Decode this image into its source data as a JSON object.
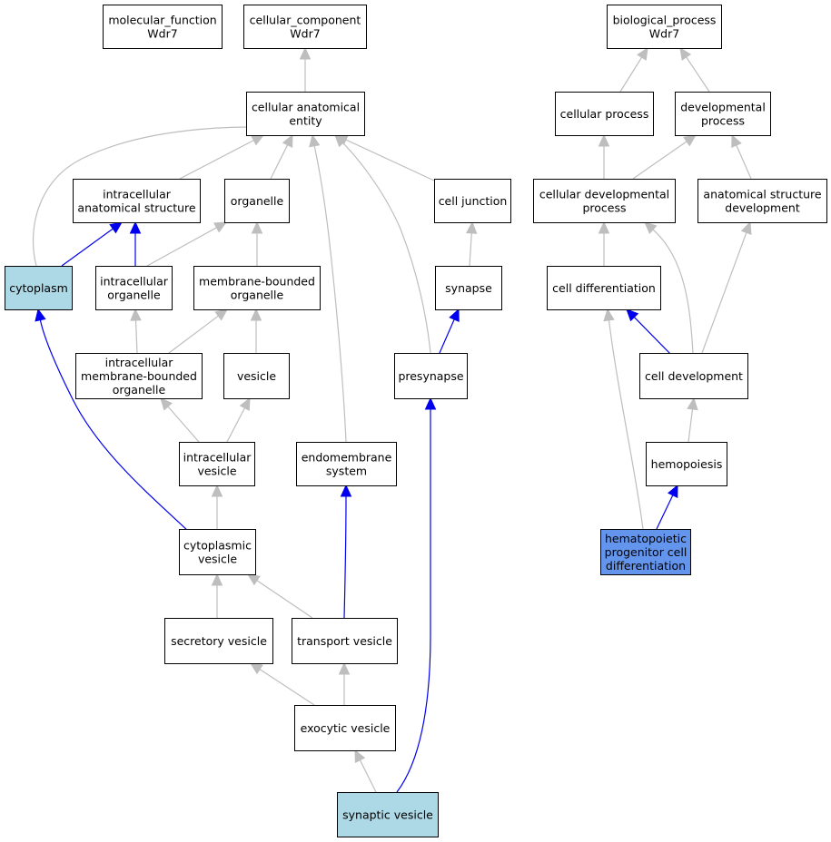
{
  "colors": {
    "default_fill": "#ffffff",
    "annotated_fill": "#add8e6",
    "query_fill": "#6495ed",
    "gray_edge": "#bebebe",
    "blue_edge": "#0000ee"
  },
  "nodes": [
    {
      "id": "molecular_function",
      "lines": [
        "molecular_function",
        "Wdr7"
      ],
      "style": "default"
    },
    {
      "id": "cellular_component",
      "lines": [
        "cellular_component",
        "Wdr7"
      ],
      "style": "default"
    },
    {
      "id": "biological_process",
      "lines": [
        "biological_process",
        "Wdr7"
      ],
      "style": "default"
    },
    {
      "id": "cellular_anatomical_entity",
      "lines": [
        "cellular anatomical",
        "entity"
      ],
      "style": "default"
    },
    {
      "id": "cellular_process",
      "lines": [
        "cellular process"
      ],
      "style": "default"
    },
    {
      "id": "developmental_process",
      "lines": [
        "developmental",
        "process"
      ],
      "style": "default"
    },
    {
      "id": "intracellular_anatomical_structure",
      "lines": [
        "intracellular",
        "anatomical structure"
      ],
      "style": "default"
    },
    {
      "id": "organelle",
      "lines": [
        "organelle"
      ],
      "style": "default"
    },
    {
      "id": "cell_junction",
      "lines": [
        "cell junction"
      ],
      "style": "default"
    },
    {
      "id": "cellular_developmental_process",
      "lines": [
        "cellular developmental",
        "process"
      ],
      "style": "default"
    },
    {
      "id": "anatomical_structure_development",
      "lines": [
        "anatomical structure",
        "development"
      ],
      "style": "default"
    },
    {
      "id": "cytoplasm",
      "lines": [
        "cytoplasm"
      ],
      "style": "annotated"
    },
    {
      "id": "intracellular_organelle",
      "lines": [
        "intracellular",
        "organelle"
      ],
      "style": "default"
    },
    {
      "id": "membrane_bounded_organelle",
      "lines": [
        "membrane-bounded",
        "organelle"
      ],
      "style": "default"
    },
    {
      "id": "synapse",
      "lines": [
        "synapse"
      ],
      "style": "default"
    },
    {
      "id": "cell_differentiation",
      "lines": [
        "cell differentiation"
      ],
      "style": "default"
    },
    {
      "id": "intracellular_membrane_bounded_organelle",
      "lines": [
        "intracellular",
        "membrane-bounded",
        "organelle"
      ],
      "style": "default"
    },
    {
      "id": "vesicle",
      "lines": [
        "vesicle"
      ],
      "style": "default"
    },
    {
      "id": "presynapse",
      "lines": [
        "presynapse"
      ],
      "style": "default"
    },
    {
      "id": "cell_development",
      "lines": [
        "cell development"
      ],
      "style": "default"
    },
    {
      "id": "intracellular_vesicle",
      "lines": [
        "intracellular",
        "vesicle"
      ],
      "style": "default"
    },
    {
      "id": "endomembrane_system",
      "lines": [
        "endomembrane",
        "system"
      ],
      "style": "default"
    },
    {
      "id": "hemopoiesis",
      "lines": [
        "hemopoiesis"
      ],
      "style": "default"
    },
    {
      "id": "cytoplasmic_vesicle",
      "lines": [
        "cytoplasmic",
        "vesicle"
      ],
      "style": "default"
    },
    {
      "id": "hematopoietic_progenitor_cell_differentiation",
      "lines": [
        "hematopoietic",
        "progenitor cell",
        "differentiation"
      ],
      "style": "query"
    },
    {
      "id": "secretory_vesicle",
      "lines": [
        "secretory vesicle"
      ],
      "style": "default"
    },
    {
      "id": "transport_vesicle",
      "lines": [
        "transport vesicle"
      ],
      "style": "default"
    },
    {
      "id": "exocytic_vesicle",
      "lines": [
        "exocytic vesicle"
      ],
      "style": "default"
    },
    {
      "id": "synaptic_vesicle",
      "lines": [
        "synaptic vesicle"
      ],
      "style": "annotated"
    }
  ],
  "edges": [
    {
      "from": "cellular_anatomical_entity",
      "to": "cellular_component",
      "color": "gray"
    },
    {
      "from": "cellular_process",
      "to": "biological_process",
      "color": "gray"
    },
    {
      "from": "developmental_process",
      "to": "biological_process",
      "color": "gray"
    },
    {
      "from": "intracellular_anatomical_structure",
      "to": "cellular_anatomical_entity",
      "color": "gray"
    },
    {
      "from": "organelle",
      "to": "cellular_anatomical_entity",
      "color": "gray"
    },
    {
      "from": "cell_junction",
      "to": "cellular_anatomical_entity",
      "color": "gray"
    },
    {
      "from": "cytoplasm",
      "to": "cellular_anatomical_entity",
      "color": "gray"
    },
    {
      "from": "endomembrane_system",
      "to": "cellular_anatomical_entity",
      "color": "gray"
    },
    {
      "from": "presynapse",
      "to": "cellular_anatomical_entity",
      "color": "gray"
    },
    {
      "from": "cellular_developmental_process",
      "to": "cellular_process",
      "color": "gray"
    },
    {
      "from": "cellular_developmental_process",
      "to": "developmental_process",
      "color": "gray"
    },
    {
      "from": "anatomical_structure_development",
      "to": "developmental_process",
      "color": "gray"
    },
    {
      "from": "cytoplasm",
      "to": "intracellular_anatomical_structure",
      "color": "blue"
    },
    {
      "from": "intracellular_organelle",
      "to": "intracellular_anatomical_structure",
      "color": "blue"
    },
    {
      "from": "intracellular_organelle",
      "to": "organelle",
      "color": "gray"
    },
    {
      "from": "membrane_bounded_organelle",
      "to": "organelle",
      "color": "gray"
    },
    {
      "from": "synapse",
      "to": "cell_junction",
      "color": "gray"
    },
    {
      "from": "cell_differentiation",
      "to": "cellular_developmental_process",
      "color": "gray"
    },
    {
      "from": "cell_development",
      "to": "cellular_developmental_process",
      "color": "gray"
    },
    {
      "from": "cell_development",
      "to": "anatomical_structure_development",
      "color": "gray"
    },
    {
      "from": "intracellular_membrane_bounded_organelle",
      "to": "intracellular_organelle",
      "color": "gray"
    },
    {
      "from": "intracellular_membrane_bounded_organelle",
      "to": "membrane_bounded_organelle",
      "color": "gray"
    },
    {
      "from": "vesicle",
      "to": "membrane_bounded_organelle",
      "color": "gray"
    },
    {
      "from": "presynapse",
      "to": "synapse",
      "color": "blue"
    },
    {
      "from": "cell_development",
      "to": "cell_differentiation",
      "color": "blue"
    },
    {
      "from": "hematopoietic_progenitor_cell_differentiation",
      "to": "cell_differentiation",
      "color": "gray"
    },
    {
      "from": "intracellular_vesicle",
      "to": "intracellular_membrane_bounded_organelle",
      "color": "gray"
    },
    {
      "from": "intracellular_vesicle",
      "to": "vesicle",
      "color": "gray"
    },
    {
      "from": "hemopoiesis",
      "to": "cell_development",
      "color": "gray"
    },
    {
      "from": "cytoplasmic_vesicle",
      "to": "intracellular_vesicle",
      "color": "gray"
    },
    {
      "from": "cytoplasmic_vesicle",
      "to": "cytoplasm",
      "color": "blue"
    },
    {
      "from": "hematopoietic_progenitor_cell_differentiation",
      "to": "hemopoiesis",
      "color": "blue"
    },
    {
      "from": "secretory_vesicle",
      "to": "cytoplasmic_vesicle",
      "color": "gray"
    },
    {
      "from": "transport_vesicle",
      "to": "cytoplasmic_vesicle",
      "color": "gray"
    },
    {
      "from": "transport_vesicle",
      "to": "endomembrane_system",
      "color": "blue"
    },
    {
      "from": "exocytic_vesicle",
      "to": "secretory_vesicle",
      "color": "gray"
    },
    {
      "from": "exocytic_vesicle",
      "to": "transport_vesicle",
      "color": "gray"
    },
    {
      "from": "synaptic_vesicle",
      "to": "exocytic_vesicle",
      "color": "gray"
    },
    {
      "from": "synaptic_vesicle",
      "to": "presynapse",
      "color": "blue"
    }
  ]
}
